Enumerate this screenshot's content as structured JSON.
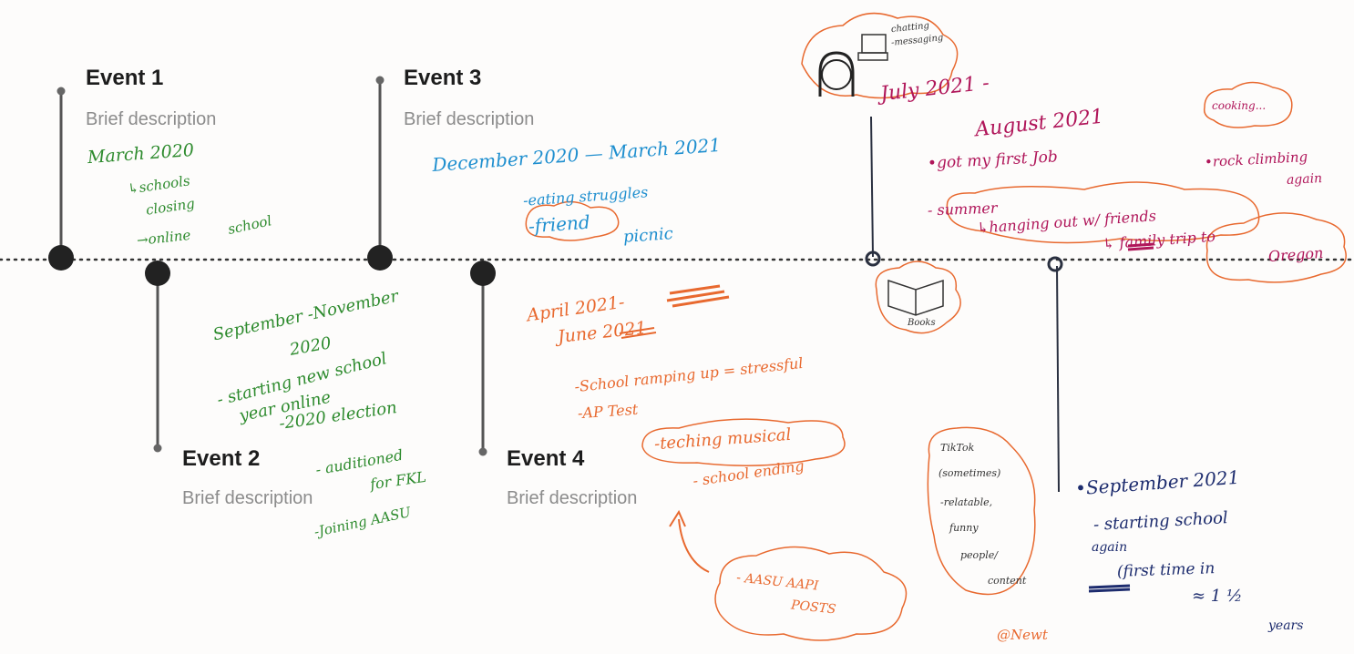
{
  "events": [
    {
      "title": "Event 1",
      "desc": "Brief description"
    },
    {
      "title": "Event 2",
      "desc": "Brief description"
    },
    {
      "title": "Event 3",
      "desc": "Brief description"
    },
    {
      "title": "Event 4",
      "desc": "Brief description"
    }
  ],
  "notes": {
    "e1_date": "March 2020",
    "e1_l1": "↳schools",
    "e1_l2": "closing",
    "e1_l3": "→online",
    "e1_l4": "school",
    "e2_date1": "September -November",
    "e2_date2": "2020",
    "e2_l1": "- starting new school",
    "e2_l2": "year online",
    "e2_l3": "-2020 election",
    "e2_l4": "- auditioned",
    "e2_l5": "for FKL",
    "e2_l6": "-Joining AASU",
    "e3_date": "December 2020 — March 2021",
    "e3_l1": "-eating struggles",
    "e3_l2": "-friend",
    "e3_l3": "picnic",
    "e4_date1": "April 2021-",
    "e4_date2": "June 2021",
    "e4_l1": "-School ramping up = stressful",
    "e4_l2": "-AP Test",
    "e4_l3": "-teching musical",
    "e4_l4": "- school ending",
    "e4_cloud": "- AASU AAPI",
    "e4_cloud2": "POSTS",
    "chat_l1": "chatting",
    "chat_l2": "-messaging",
    "e5_date1": "July 2021 -",
    "e5_date2": "August 2021",
    "e5_l1": "•got my first Job",
    "e5_l2": "- summer",
    "e5_l3": "↳hanging out w/ friends",
    "e5_l4": "↳ family trip to",
    "e5_l5": "Oregon",
    "cooking": "cooking...",
    "rock1": "•rock climbing",
    "rock2": "again",
    "books": "Books",
    "tiktok_l1": "TikTok",
    "tiktok_l2": "(sometimes)",
    "tiktok_l3": "-relatable,",
    "tiktok_l4": "funny",
    "tiktok_l5": "people/",
    "tiktok_l6": "content",
    "e6_date": "•September 2021",
    "e6_l1": "- starting school",
    "e6_l2": "again",
    "e6_l3": "(first time in",
    "e6_l4": "≈ 1 ½",
    "e6_l5": "years",
    "signature": "@Newt"
  }
}
